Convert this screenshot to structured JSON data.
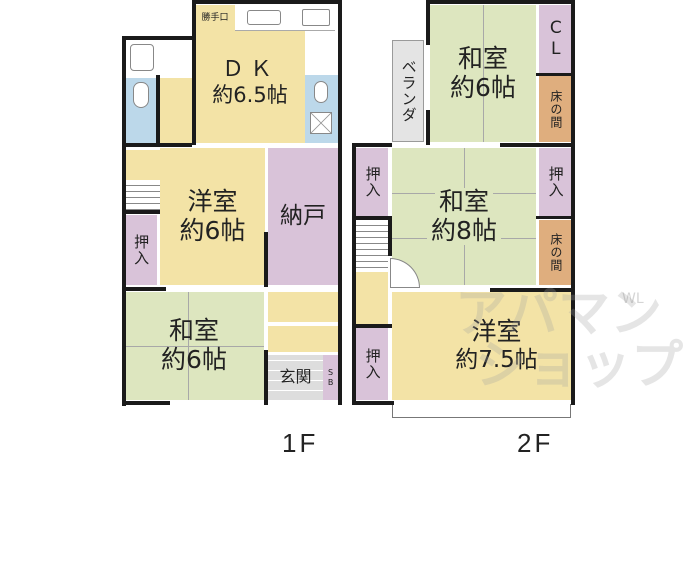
{
  "floor_plan": {
    "floors": [
      {
        "label": "1F",
        "rooms": [
          {
            "id": "dk",
            "name": "ＤＫ",
            "size": "約6.5帖",
            "type": "dining-kitchen"
          },
          {
            "id": "service_entrance",
            "name": "勝手口",
            "type": "service-entrance"
          },
          {
            "id": "western_room_1f",
            "name": "洋室",
            "size": "約6帖",
            "type": "western-room"
          },
          {
            "id": "storage_room",
            "name": "納戸",
            "type": "storage-room"
          },
          {
            "id": "closet_1f",
            "name": "押入",
            "type": "closet"
          },
          {
            "id": "japanese_room_1f",
            "name": "和室",
            "size": "約6帖",
            "type": "japanese-room"
          },
          {
            "id": "entrance",
            "name": "玄関",
            "type": "entrance"
          },
          {
            "id": "shoe_box",
            "name": "SB",
            "type": "shoe-box"
          }
        ]
      },
      {
        "label": "2F",
        "rooms": [
          {
            "id": "japanese_room_2f_a",
            "name": "和室",
            "size": "約6帖",
            "type": "japanese-room"
          },
          {
            "id": "closet_cl",
            "name": "CL",
            "type": "closet"
          },
          {
            "id": "tokonoma_a",
            "name": "床の間",
            "type": "alcove"
          },
          {
            "id": "veranda",
            "name": "ベランダ",
            "type": "veranda"
          },
          {
            "id": "japanese_room_2f_b",
            "name": "和室",
            "size": "約8帖",
            "type": "japanese-room"
          },
          {
            "id": "closet_2f_left",
            "name": "押入",
            "type": "closet"
          },
          {
            "id": "closet_2f_right",
            "name": "押入",
            "type": "closet"
          },
          {
            "id": "tokonoma_b",
            "name": "床の間",
            "type": "alcove"
          },
          {
            "id": "western_room_2f",
            "name": "洋室",
            "size": "約7.5帖",
            "type": "western-room"
          },
          {
            "id": "closet_2f_bottom",
            "name": "押入",
            "type": "closet"
          }
        ]
      }
    ],
    "watermark": {
      "line1": "アパマン",
      "line2": "ショップ",
      "mark": "WL"
    },
    "colors": {
      "western_room": "#f3e3a6",
      "japanese_room": "#dde6bf",
      "closet": "#d9c3d9",
      "alcove": "#dfae7e",
      "wet_area": "#bcd8ea",
      "veranda": "#e4e4e4",
      "wall": "#1a1a1a"
    }
  }
}
